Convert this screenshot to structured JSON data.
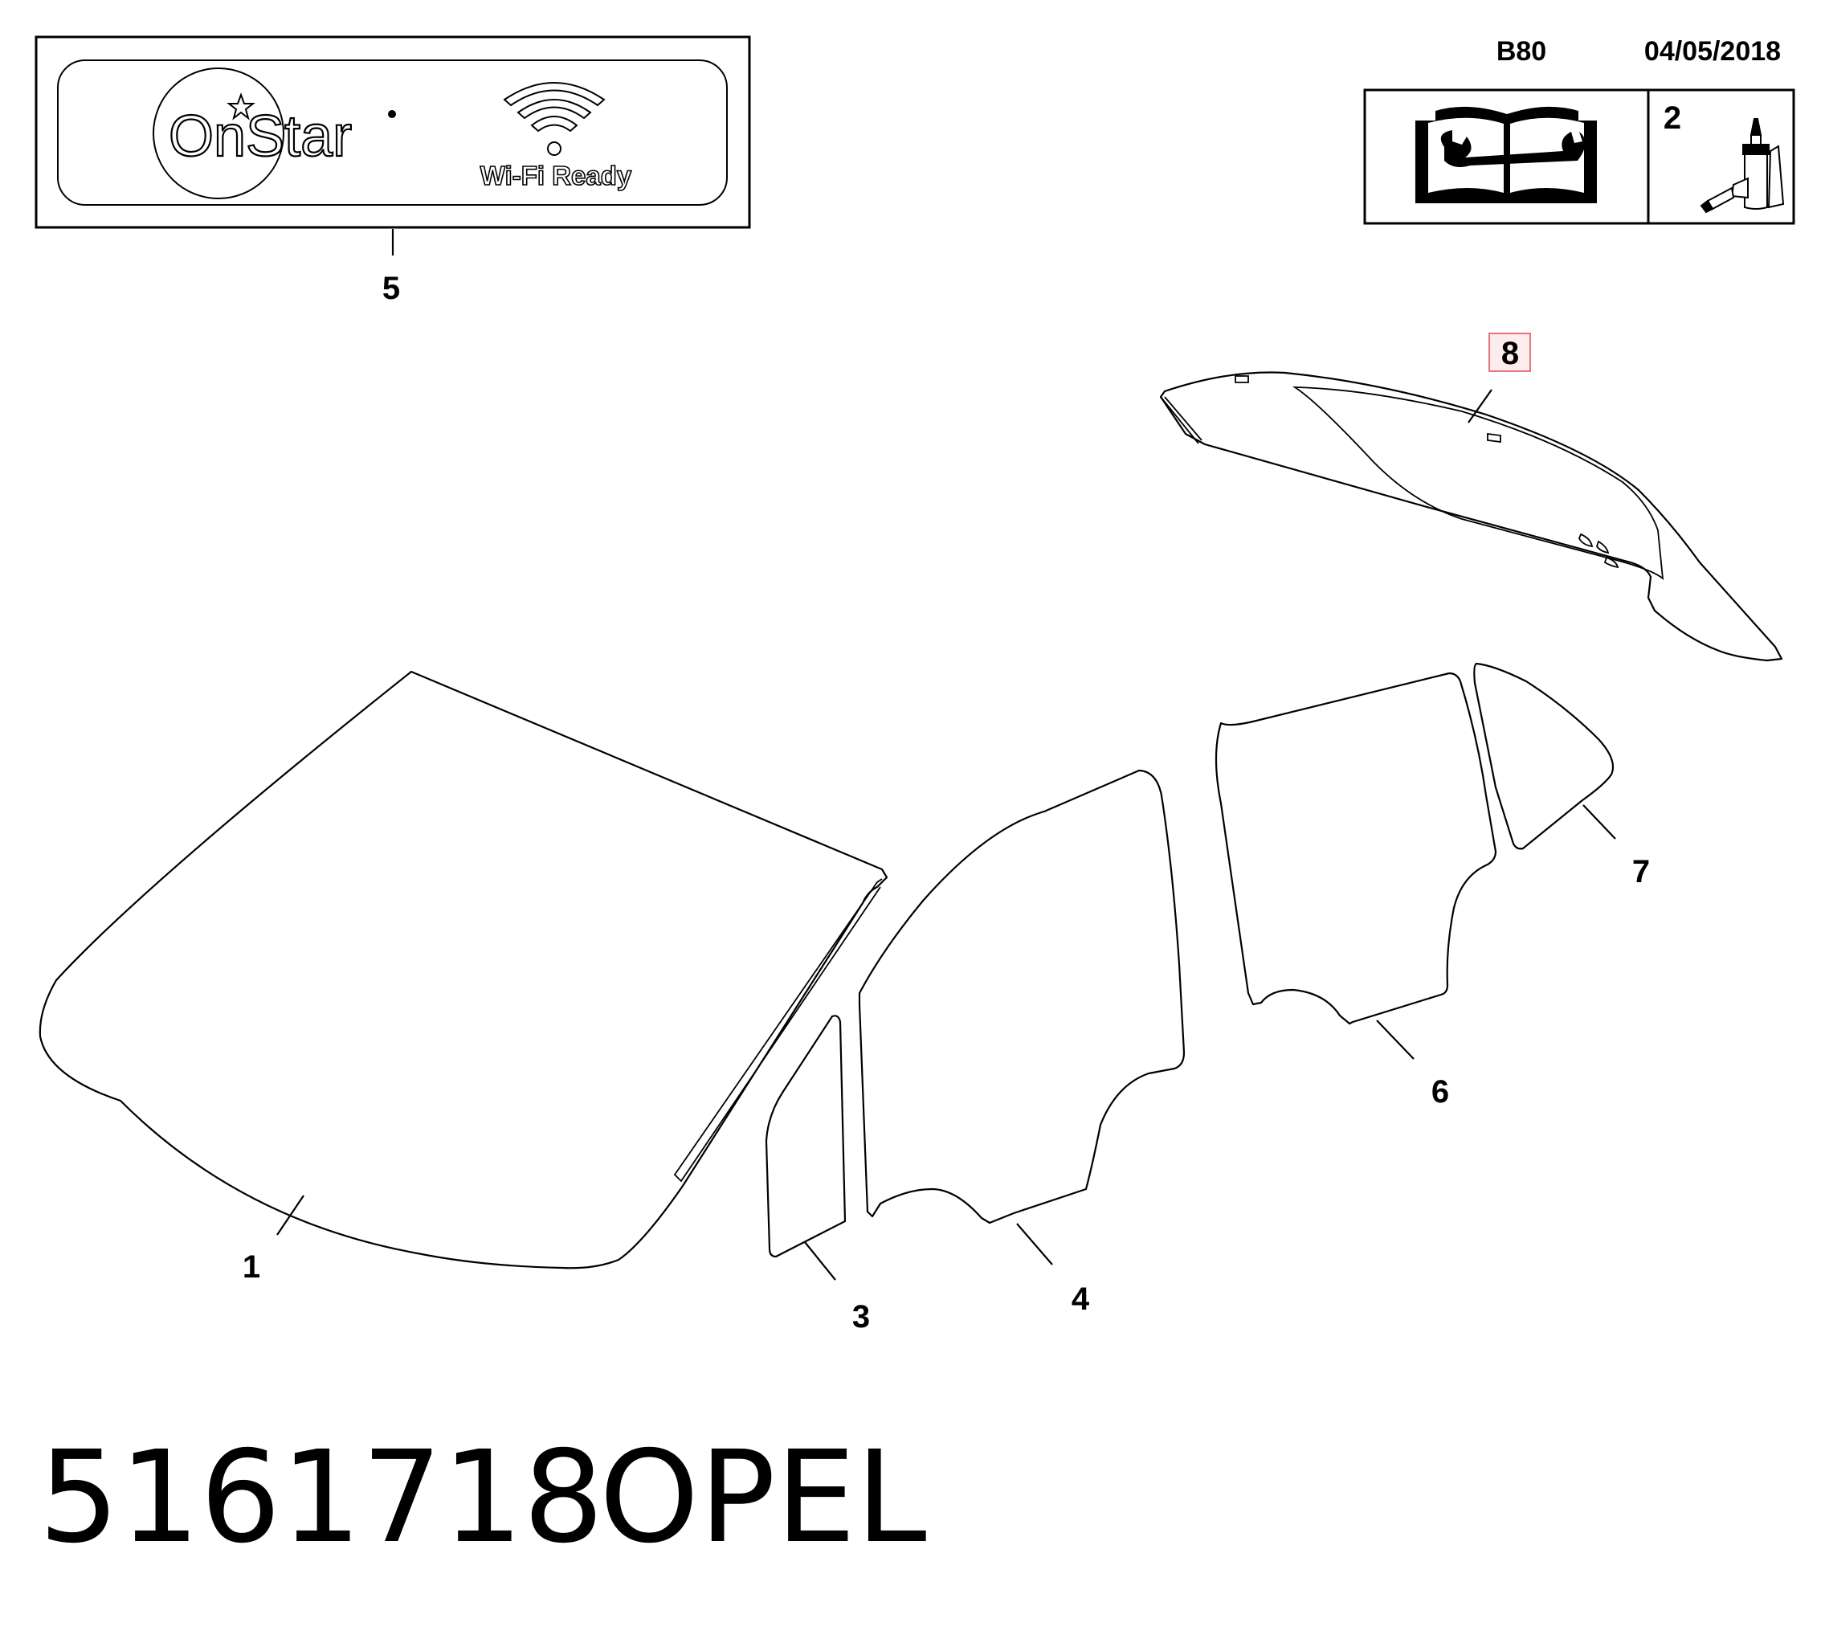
{
  "header": {
    "code": "B80",
    "date": "04/05/2018"
  },
  "decal": {
    "brand": "OnStar",
    "feature": "Wi-Fi Ready"
  },
  "info_box": {
    "manual_icon": "repair-manual-wrench-icon",
    "adhesive_ref": "2",
    "adhesive_icon": "adhesive-tube-icon"
  },
  "callouts": {
    "windshield": "1",
    "quarter_glass_front": "3",
    "front_door_glass": "4",
    "decal": "5",
    "rear_door_glass": "6",
    "rear_quarter_glass": "7",
    "rear_window": "8"
  },
  "highlight_color": "#e8737a",
  "footer": {
    "part_number": "5161718",
    "brand": "OPEL"
  }
}
